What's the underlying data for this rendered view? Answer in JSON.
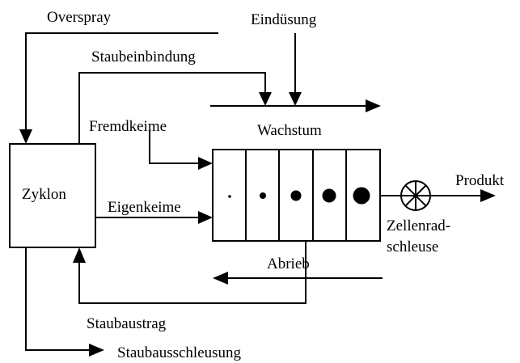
{
  "labels": {
    "overspray": "Overspray",
    "eindusung": "Eindüsung",
    "staubeinbindung": "Staubeinbindung",
    "fremdkeime": "Fremdkeime",
    "wachstum": "Wachstum",
    "zyklon": "Zyklon",
    "eigenkeime": "Eigenkeime",
    "produkt": "Produkt",
    "zellenrad_line1": "Zellenrad-",
    "zellenrad_line2": "schleuse",
    "abrieb": "Abrieb",
    "staubaustrag": "Staubaustrag",
    "staubausschleusung": "Staubausschleusung"
  },
  "colors": {
    "stroke": "#000000",
    "background": "#ffffff"
  },
  "icons": {
    "rotary_valve": "rotary-valve-icon"
  },
  "particles": {
    "count": 5,
    "relative_sizes": [
      1,
      2,
      3,
      4,
      5
    ]
  }
}
